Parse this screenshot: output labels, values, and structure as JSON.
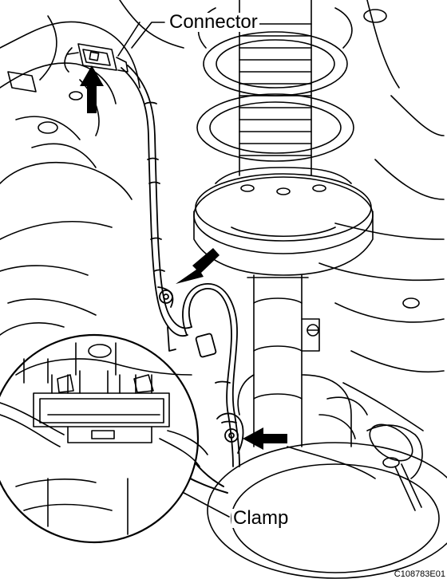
{
  "labels": {
    "connector": "Connector",
    "clamp": "Clamp",
    "figure_code": "C108783E01"
  },
  "icons": [
    "arrow-up-icon",
    "arrow-down-left-icon",
    "arrow-left-icon"
  ],
  "colors": {
    "ink": "#000000",
    "paper": "#ffffff"
  }
}
